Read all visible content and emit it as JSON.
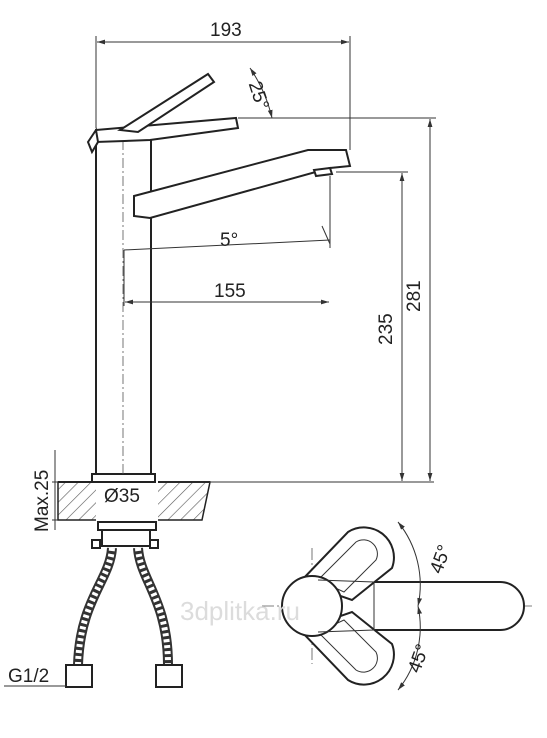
{
  "drawing": {
    "dimensions": {
      "width_top": "193",
      "lever_angle": "25°",
      "spout_angle": "5°",
      "reach": "155",
      "height_spout": "235",
      "height_total": "281",
      "max_thickness": "Max.25",
      "hole_diameter": "Ø35",
      "thread": "G1/2",
      "rotation_top": "45°",
      "rotation_bottom": "45°"
    },
    "watermark": "3dplitka.ru"
  }
}
